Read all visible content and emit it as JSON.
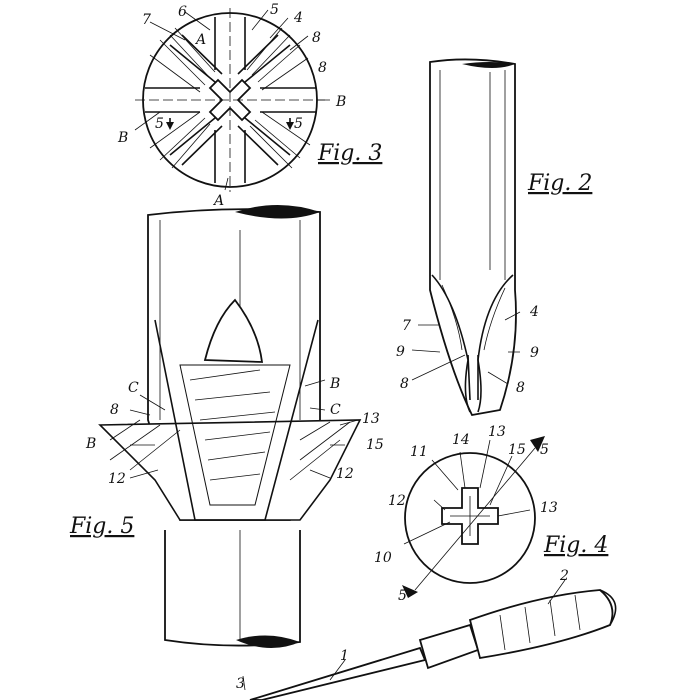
{
  "figures": {
    "fig3": {
      "title": "Fig. 3",
      "labels": [
        "7",
        "6",
        "5",
        "4",
        "8",
        "A",
        "8",
        "B",
        "B",
        "5",
        "5",
        "A"
      ]
    },
    "fig2": {
      "title": "Fig. 2",
      "labels": [
        "7",
        "4",
        "9",
        "9",
        "8",
        "8"
      ]
    },
    "fig5": {
      "title": "Fig. 5",
      "labels": [
        "B",
        "C",
        "C",
        "8",
        "13",
        "B",
        "15",
        "12",
        "12"
      ]
    },
    "fig4": {
      "title": "Fig. 4",
      "labels": [
        "11",
        "14",
        "13",
        "15",
        "5",
        "12",
        "13",
        "10",
        "5"
      ]
    },
    "fig1": {
      "labels": [
        "3",
        "1",
        "2"
      ]
    }
  }
}
